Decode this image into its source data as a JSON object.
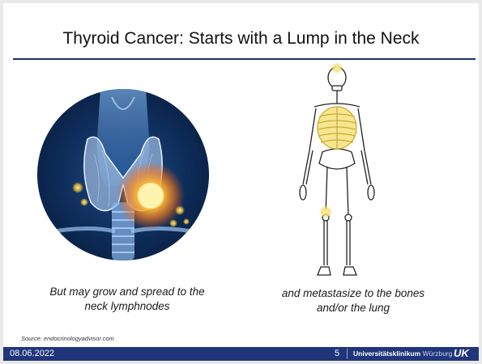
{
  "slide": {
    "title": "Thyroid Cancer: Starts with a Lump in the Neck",
    "caption_left_line1": "But may grow and spread to the",
    "caption_left_line2": "neck lymphnodes",
    "caption_right_line1": "and metastasize to the bones",
    "caption_right_line2": "and/or the lung",
    "source": "Source: endocrinologyadvisor.com"
  },
  "footer": {
    "date": "08.06.2022",
    "page_number": "5",
    "org_bold": "Universitätsklinikum",
    "org_light": "Würzburg",
    "logo_text": "UK"
  },
  "colors": {
    "accent": "#20357a",
    "title_rule": "#1c2f6e",
    "tumor_glow": "#ffb830",
    "bone_highlight": "#f3dd6b"
  },
  "icons": {
    "thyroid_image": "thyroid-illustration-icon",
    "skeleton_image": "skeleton-illustration-icon"
  }
}
